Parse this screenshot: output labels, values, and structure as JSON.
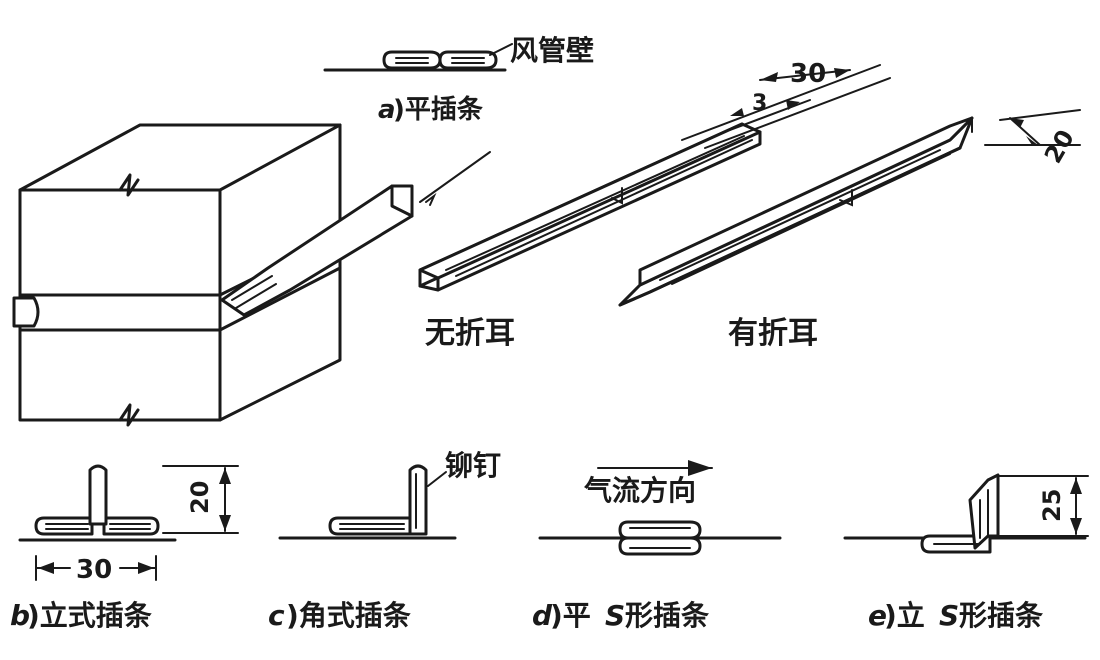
{
  "labels": {
    "duct_wall": "风管壁",
    "a_prefix": "a",
    "a_text": ")平插条",
    "no_ear": "无折耳",
    "with_ear": "有折耳",
    "b_prefix": "b",
    "b_text": ")立式插条",
    "c_prefix": "c",
    "c_text": ")角式插条",
    "d_prefix": "d",
    "d_mid": ")平",
    "d_s": "S",
    "d_text": "形插条",
    "e_prefix": "e",
    "e_mid": ")立",
    "e_s": "S",
    "e_text": "形插条",
    "rivet": "铆钉",
    "airflow": "气流方向"
  },
  "dimensions": {
    "d30_top": "30",
    "d3": "3",
    "d20_top": "20",
    "d20_b": "20",
    "d30_b": "30",
    "d25_e": "25"
  }
}
